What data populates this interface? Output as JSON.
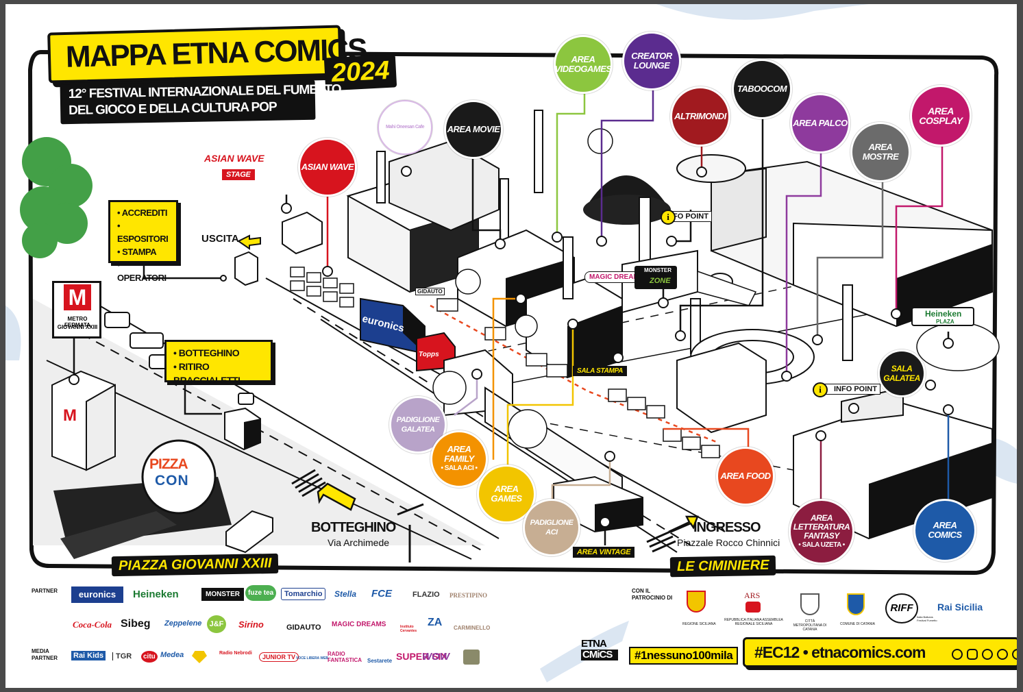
{
  "title": {
    "prefix": "MAPPA",
    "main": "ETNA COMICS",
    "year": "2024"
  },
  "subtitle": {
    "line1": "12° FESTIVAL INTERNAZIONALE DEL FUMETTO,",
    "line2": "DEL GIOCO E DELLA CULTURA POP"
  },
  "zones": {
    "area_videogames": {
      "label1": "AREA",
      "label2": "VIDEOGAMES",
      "color": "#8cc63f"
    },
    "creator_lounge": {
      "label1": "CREATOR",
      "label2": "LOUNGE",
      "color": "#5b2c8f"
    },
    "area_movie": {
      "label": "AREA MOVIE",
      "color": "#1a1a1a"
    },
    "mahi_oneesan_cafe": {
      "label": "Mahi Oneesan Cafe",
      "color": "#ffffff"
    },
    "asian_wave": {
      "label": "ASIAN WAVE",
      "color": "#d7141e"
    },
    "altrimondi": {
      "label": "ALTRIMONDI",
      "color": "#a11a1f"
    },
    "taboocom": {
      "label": "TABOOCOM",
      "color": "#1a1a1a"
    },
    "area_palco": {
      "label": "AREA PALCO",
      "color": "#8e3a9d"
    },
    "area_mostre": {
      "label": "AREA MOSTRE",
      "color": "#6b6b6b"
    },
    "area_cosplay": {
      "label1": "AREA",
      "label2": "COSPLAY",
      "color": "#c2186b"
    },
    "padiglione_galatea": {
      "label1": "PADIGLIONE",
      "label2": "GALATEA",
      "color": "#b8a3c9"
    },
    "area_family": {
      "label1": "AREA",
      "label2": "FAMILY",
      "sub": "• SALA ACI •",
      "color": "#f39200"
    },
    "area_games": {
      "label": "AREA GAMES",
      "color": "#f2c500"
    },
    "padiglione_aci": {
      "label1": "PADIGLIONE",
      "label2": "ACI",
      "color": "#c7ae93"
    },
    "area_food": {
      "label": "AREA FOOD",
      "color": "#e8481f"
    },
    "area_letteratura_fantasy": {
      "label1": "AREA",
      "label2": "LETTERATURA",
      "label3": "FANTASY",
      "sub": "• SALA UZETA •",
      "color": "#8c1d40"
    },
    "area_comics": {
      "label": "AREA COMICS",
      "color": "#1e5aa8"
    },
    "sala_galatea": {
      "label1": "SALA",
      "label2": "GALATEA",
      "color": "#1a1a1a"
    }
  },
  "labels": {
    "asian_wave_stage_top": "ASIAN WAVE",
    "asian_wave_stage_bottom": "STAGE",
    "uscita": "USCITA",
    "info_point": "INFO POINT",
    "magic_dreams": "MAGIC DREAMS",
    "monster_zone": "MONSTER",
    "zone": "ZONE",
    "heineken_plaza": "Heineken",
    "plaza": "PLAZA",
    "sala_stampa": "SALA STAMPA",
    "area_vintage": "AREA VINTAGE",
    "euronics": "euronics",
    "topps": "Topps",
    "gidauto": "GIDAUTO",
    "metro_m": "M",
    "metro_fermata": "METRO FERMATA",
    "metro_giovanni": "GIOVANNI XXIII",
    "botteghino_title": "BOTTEGHINO",
    "botteghino_address": "Via Archimede",
    "ingresso_title": "INGRESSO",
    "ingresso_address": "Piazzale Rocco Chinnici",
    "piazza_giovanni": "PIAZZA GIOVANNI XXIII",
    "le_ciminiere": "LE CIMINIERE",
    "pizza_con_1": "PIZZA",
    "pizza_con_2": "CON"
  },
  "accrediti_box": {
    "items": [
      "ACCREDITI",
      "ESPOSITORI",
      "STAMPA",
      "OPERATORI"
    ]
  },
  "botteghino_box": {
    "items": [
      "BOTTEGHINO",
      "RITIRO BRACCIALETTI"
    ]
  },
  "partners": {
    "partner_label": "PARTNER",
    "row1": [
      "euronics",
      "Heineken",
      "MONSTER",
      "fuze tea",
      "Tomarchio",
      "Stella",
      "FCE",
      "FLAZIO",
      "PRESTIPINO"
    ],
    "row2": [
      "Coca-Cola",
      "Sibeg",
      "Zeppelene",
      "J&F",
      "Sirino",
      "GIDAUTO",
      "MAGIC DREAMS",
      "Instituto Cervantes",
      "ZA",
      "CARMINELLO"
    ],
    "media_label_1": "MEDIA",
    "media_label_2": "PARTNER",
    "row3": [
      "Rai Kids",
      "TGR",
      "citu",
      "Medea",
      "",
      "Radio Nebrodi",
      "JUNIOR TV",
      "VOCE LIBERA WEB",
      "RADIO FANTASTICA",
      "Sestarete",
      "SUPER SIX",
      "WOW",
      ""
    ]
  },
  "patrocinio": {
    "label1": "CON IL",
    "label2": "PATROCINIO DI",
    "items": [
      {
        "name": "REGIONE SICILIANA"
      },
      {
        "name": "REPUBBLICA ITALIANA ASSEMBLEA REGIONALE SICILIANA",
        "mark": "ARS"
      },
      {
        "name": "CITTÀ METROPOLITANA DI CATANIA"
      },
      {
        "name": "COMUNE DI CATANIA"
      },
      {
        "name": "Italia Balkans Festival Fumetto",
        "mark": "RIFF"
      },
      {
        "name": "Rai Sicilia"
      }
    ]
  },
  "footer": {
    "etna_logo_1": "ETNA",
    "etna_logo_2": "CMiCS",
    "hashtag": "#1nessuno100mila",
    "bar": "#EC12  •  etnacomics.com"
  },
  "colors": {
    "yellow": "#ffe600",
    "black": "#111111"
  }
}
